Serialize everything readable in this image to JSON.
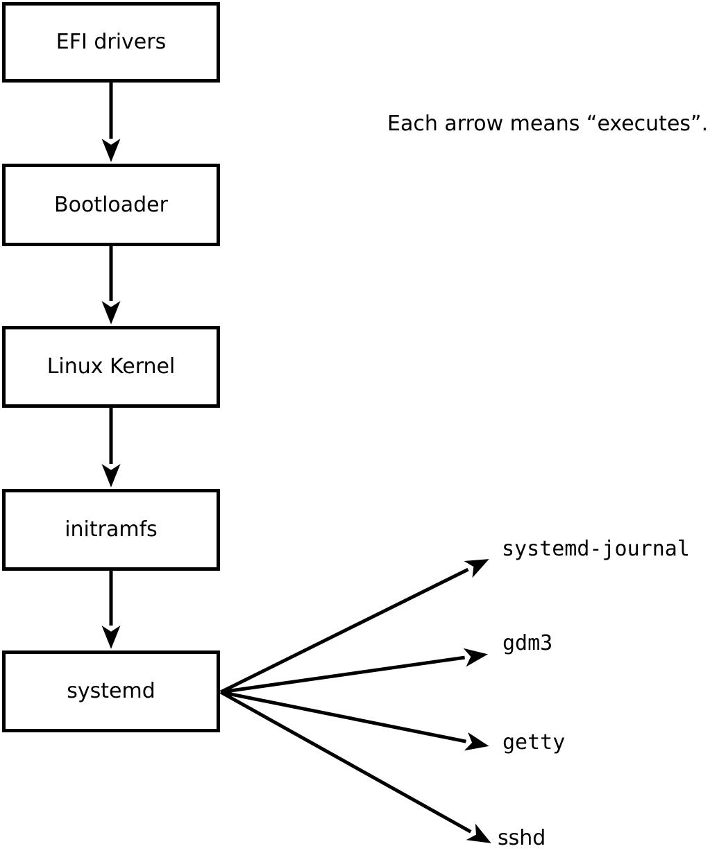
{
  "diagram": {
    "annotation": "Each arrow means “executes”.",
    "arrow_meaning": "executes",
    "colors": {
      "background": "#ffffff",
      "line": "#000000",
      "box_fill": "#ffffff",
      "text": "#000000"
    },
    "chain": [
      {
        "label": "EFI drivers"
      },
      {
        "label": "Bootloader"
      },
      {
        "label": "Linux Kernel"
      },
      {
        "label": "initramfs"
      },
      {
        "label": "systemd"
      }
    ],
    "spawned": [
      {
        "label": "systemd-journal"
      },
      {
        "label": "gdm3"
      },
      {
        "label": "getty"
      },
      {
        "label": "sshd"
      }
    ]
  }
}
